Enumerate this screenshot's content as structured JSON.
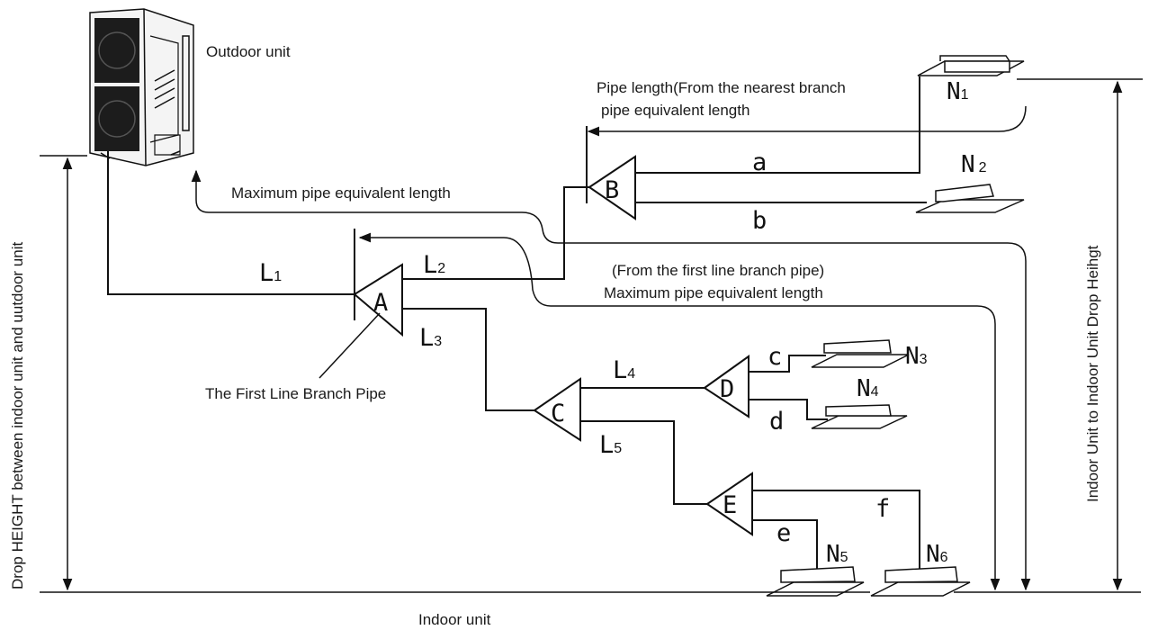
{
  "labels": {
    "outdoor_unit": "Outdoor unit",
    "pipe_length_line1": "Pipe length(From the nearest branch",
    "pipe_length_line2": "pipe equivalent length",
    "max_pipe": "Maximum pipe equivalent length",
    "from_first_line1": "(From the first line branch pipe)",
    "from_first_line2": "Maximum pipe equivalent length",
    "first_branch": "The First Line Branch Pipe",
    "indoor_unit": "Indoor unit",
    "drop_height_left": "Drop HEIGHT between indoor unit and uutdoor unit",
    "drop_height_right": "Indoor Unit to Indoor Unit Drop Heihgt"
  },
  "pipes": {
    "L1": "L",
    "L1_sub": "1",
    "L2": "L",
    "L2_sub": "2",
    "L3": "L",
    "L3_sub": "3",
    "L4": "L",
    "L4_sub": "4",
    "L5": "L",
    "L5_sub": "5",
    "a": "a",
    "b": "b",
    "c": "c",
    "d": "d",
    "e": "e",
    "f": "f"
  },
  "branches": {
    "A": "A",
    "B": "B",
    "C": "C",
    "D": "D",
    "E": "E"
  },
  "units": {
    "N1": "N",
    "N1_sub": "1",
    "N2": "N",
    "N2_sub": "2",
    "N3": "N",
    "N3_sub": "3",
    "N4": "N",
    "N4_sub": "4",
    "N5": "N",
    "N5_sub": "5",
    "N6": "N",
    "N6_sub": "6"
  }
}
